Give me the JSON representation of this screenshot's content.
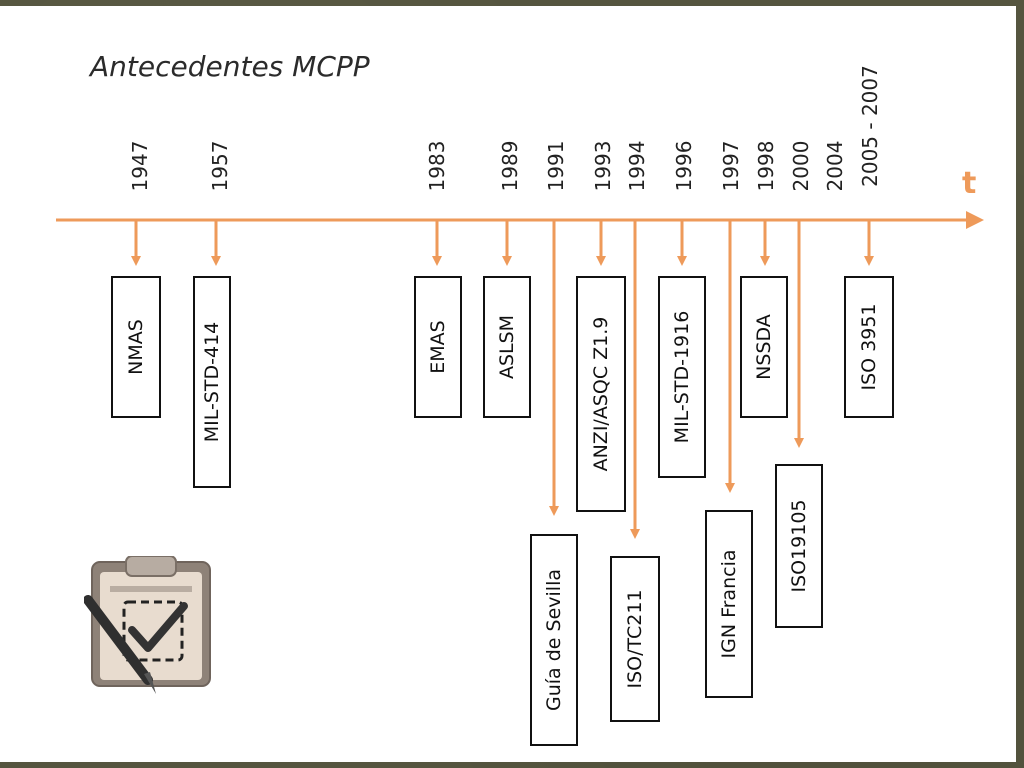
{
  "title": "Antecedentes MCPP",
  "axis_label": "t",
  "colors": {
    "arrow": "#ee9a5a",
    "box_border": "#111111",
    "frame": "#55553f"
  },
  "icon": "clipboard-check-icon",
  "events": [
    {
      "year": "1947",
      "label": "NMAS"
    },
    {
      "year": "1957",
      "label": "MIL-STD-414"
    },
    {
      "year": "1983",
      "label": "EMAS"
    },
    {
      "year": "1989",
      "label": "ASLSM"
    },
    {
      "year": "1991",
      "label": "Guía de Sevilla"
    },
    {
      "year": "1993",
      "label": "ANZI/ASQC Z1.9"
    },
    {
      "year": "1994",
      "label": "ISO/TC211"
    },
    {
      "year": "1996",
      "label": "MIL-STD-1916"
    },
    {
      "year": "1997",
      "label": "IGN Francia"
    },
    {
      "year": "1998",
      "label": "NSSDA"
    },
    {
      "year": "2000",
      "label": "ISO19105"
    },
    {
      "year": "2004",
      "label": ""
    },
    {
      "year": "2005 - 2007",
      "label": "ISO 3951"
    }
  ]
}
